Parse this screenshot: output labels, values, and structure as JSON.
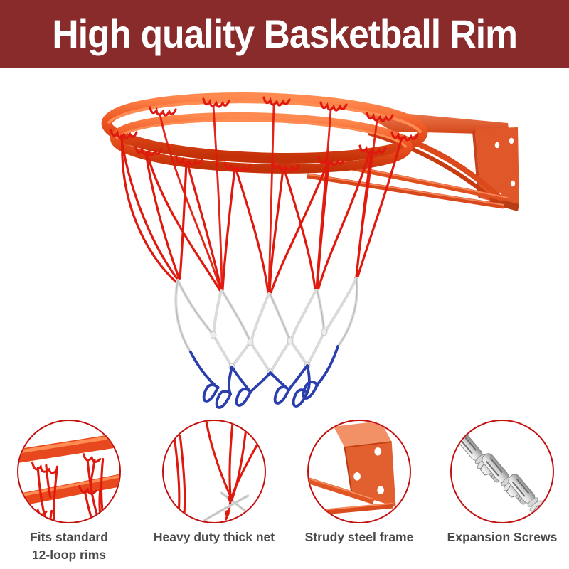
{
  "banner": {
    "title": "High quality Basketball Rim"
  },
  "colors": {
    "banner_bg": "#8a2b2b",
    "banner_text": "#ffffff",
    "circle_border": "#c40f0f",
    "label_color": "#4a4a4a",
    "rim_orange": "#e8481d",
    "bracket_orange": "#e05a2b",
    "net_red": "#e0190e",
    "net_white": "#dadada",
    "net_blue": "#2b3eae",
    "steel_gray": "#b9b9b9"
  },
  "callouts": [
    {
      "icon": "rim-loops-closeup",
      "line1": "Fits standard",
      "line2": "12-loop rims"
    },
    {
      "icon": "net-cords-closeup",
      "line1": "Heavy duty thick net",
      "line2": ""
    },
    {
      "icon": "steel-frame-closeup",
      "line1": "Strudy steel frame",
      "line2": ""
    },
    {
      "icon": "expansion-screws-closeup",
      "line1": "Expansion Screws",
      "line2": ""
    }
  ]
}
